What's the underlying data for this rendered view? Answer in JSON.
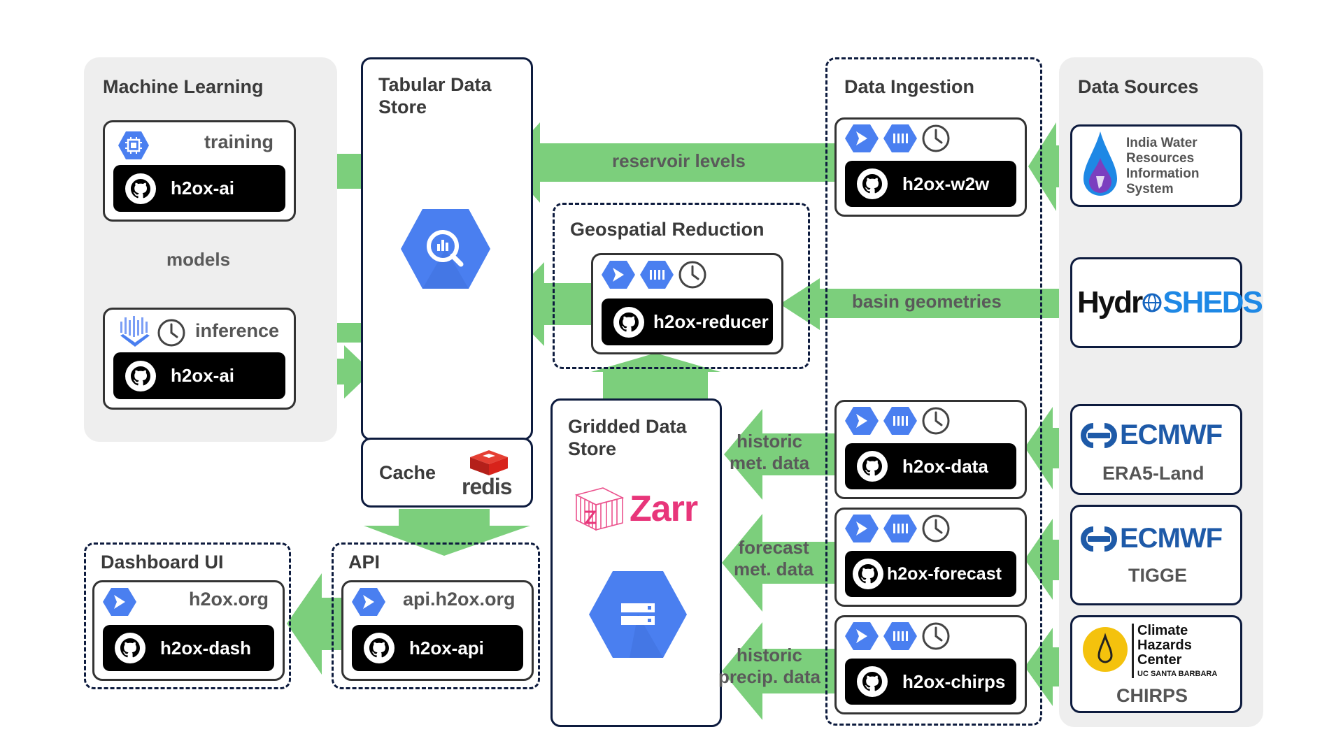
{
  "colors": {
    "arrow": "#7ccf7c",
    "navy": "#0d1b3e",
    "panel": "#eeeeee",
    "gcp_blue": "#4a7ff0",
    "redis": "#d8231b",
    "zarr": "#e8357a"
  },
  "icons": [
    "github-icon",
    "cloud-run-icon",
    "pubsub-icon",
    "scheduler-icon",
    "compute-chip-icon",
    "vertex-ai-icon",
    "bigquery-icon",
    "cloud-storage-icon",
    "redis-logo",
    "zarr-logo",
    "water-drop-logo",
    "hydrosheds-logo",
    "ecmwf-logo",
    "chirps-logo"
  ],
  "groups": {
    "machine_learning": "Machine Learning",
    "tabular_store": "Tabular Data\nStore",
    "data_ingestion": "Data Ingestion",
    "data_sources": "Data Sources",
    "geospatial_reduction": "Geospatial Reduction",
    "gridded_store": "Gridded Data\nStore",
    "cache": "Cache",
    "dashboard_ui": "Dashboard UI",
    "api": "API"
  },
  "cards": {
    "training": {
      "label": "training",
      "repo": "h2ox-ai"
    },
    "inference": {
      "label": "inference",
      "repo": "h2ox-ai"
    },
    "reducer": {
      "repo": "h2ox-reducer"
    },
    "w2w": {
      "repo": "h2ox-w2w"
    },
    "data": {
      "repo": "h2ox-data"
    },
    "forecast": {
      "repo": "h2ox-forecast"
    },
    "chirps": {
      "repo": "h2ox-chirps"
    },
    "dashboard": {
      "label": "h2ox.org",
      "repo": "h2ox-dash"
    },
    "api": {
      "label": "api.h2ox.org",
      "repo": "h2ox-api"
    }
  },
  "arrows": {
    "models": "models",
    "reservoir_levels": "reservoir levels",
    "basin_geometries": "basin geometries",
    "historic_met": "historic\nmet. data",
    "forecast_met": "forecast\nmet. data",
    "historic_precip": "historic\nprecip. data"
  },
  "logos": {
    "redis": "redis",
    "zarr": "Zarr",
    "india_wris": "India Water\nResources\nInformation\nSystem",
    "hydrosheds_left": "Hydr",
    "hydrosheds_right": "SHEDS",
    "ecmwf": "ECMWF",
    "era5": "ERA5-Land",
    "tigge": "TIGGE",
    "climate_hazards": "Climate\nHazards\nCenter",
    "ucsb": "UC SANTA BARBARA",
    "chirps": "CHIRPS"
  }
}
